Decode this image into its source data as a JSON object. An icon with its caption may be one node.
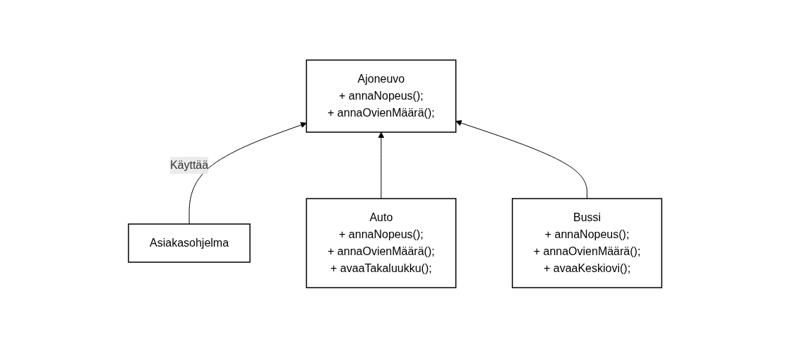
{
  "diagram": {
    "nodes": [
      {
        "text": [
          "Ajoneuvo",
          "+ annaNopeus();",
          "+ annaOvienMäärä();"
        ]
      },
      {
        "text": [
          "Asiakasohjelma"
        ]
      },
      {
        "text": [
          "Auto",
          "+ annaNopeus();",
          "+ annaOvienMäärä();",
          "+ avaaTakaluukku();"
        ]
      },
      {
        "text": [
          "Bussi",
          "+ annaNopeus();",
          "+ annaOvienMäärä();",
          "+ avaaKeskiovi();"
        ]
      }
    ],
    "edges": [
      {
        "from": 1,
        "to": 0,
        "arrow": "to",
        "label": "Käyttää"
      },
      {
        "from": 2,
        "to": 0,
        "arrow": "to"
      },
      {
        "from": 3,
        "to": 0,
        "arrow": "to"
      }
    ]
  }
}
